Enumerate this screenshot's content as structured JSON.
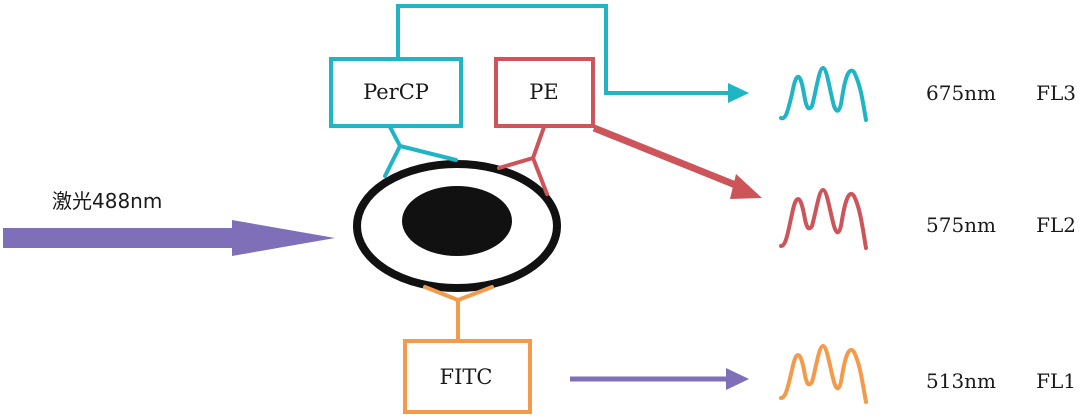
{
  "laser": {
    "label": "激光488nm",
    "color": "#7e6fb8"
  },
  "colors": {
    "percp": "#1fb5c4",
    "pe": "#cd5459",
    "fitc": "#f39a4b",
    "cell": "#111111"
  },
  "boxes": {
    "percp": "PerCP",
    "pe": "PE",
    "fitc": "FITC"
  },
  "channels": [
    {
      "id": "fl3",
      "wavelength": "675nm",
      "name": "FL3",
      "dye": "percp"
    },
    {
      "id": "fl2",
      "wavelength": "575nm",
      "name": "FL2",
      "dye": "pe"
    },
    {
      "id": "fl1",
      "wavelength": "513nm",
      "name": "FL1",
      "dye": "fitc"
    }
  ],
  "icons": {
    "cell": "cell-icon",
    "nucleus": "nucleus-icon",
    "peak": "emission-peak-icon",
    "antibody": "antibody-y-icon"
  }
}
